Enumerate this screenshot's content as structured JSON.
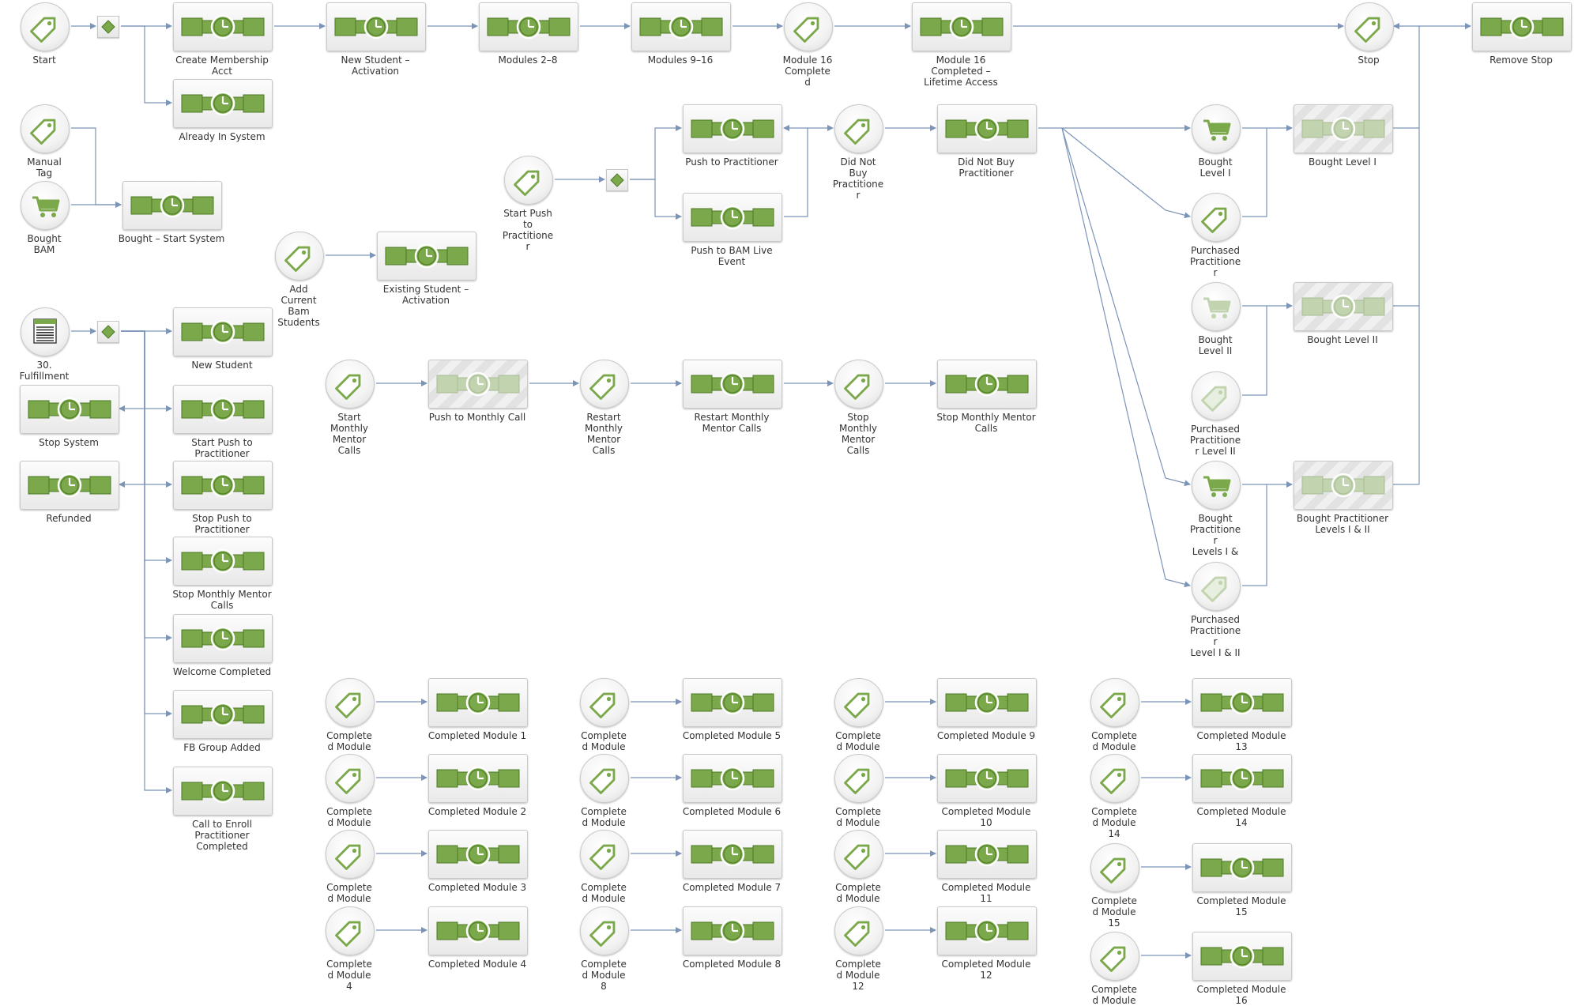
{
  "colors": {
    "accent": "#7aa84a",
    "accent_dark": "#4d7a25",
    "edge": "#7b94b8",
    "inactive": "#c2d3b0"
  },
  "nodes": {
    "start": {
      "label": "Start",
      "icon": "tag-icon"
    },
    "split_1": {
      "icon": "diamond-icon"
    },
    "create_membership": {
      "label": "Create Membership\nAcct",
      "icon": "sequence-timer-icon"
    },
    "already_in_system": {
      "label": "Already In System",
      "icon": "sequence-timer-icon"
    },
    "new_student_activation": {
      "label": "New Student –\nActivation",
      "icon": "sequence-timer-icon"
    },
    "modules_2_8": {
      "label": "Modules 2–8",
      "icon": "sequence-timer-icon"
    },
    "modules_9_16": {
      "label": "Modules 9–16",
      "icon": "sequence-timer-icon"
    },
    "module16_complete_tag": {
      "label": "Module 16\nComplete\nd",
      "icon": "tag-icon"
    },
    "module16_completed": {
      "label": "Module 16\nCompleted –\nLifetime Access",
      "icon": "sequence-timer-icon"
    },
    "stop_tag": {
      "label": "Stop",
      "icon": "tag-icon"
    },
    "remove_stop": {
      "label": "Remove Stop",
      "icon": "sequence-timer-icon"
    },
    "manual_tag": {
      "label": "Manual\nTag",
      "icon": "tag-icon"
    },
    "bought_bam": {
      "label": "Bought\nBAM",
      "icon": "cart-icon"
    },
    "bought_start_system": {
      "label": "Bought – Start System",
      "icon": "sequence-timer-icon"
    },
    "start_push_tag": {
      "label": "Start Push\nto\nPractitione\nr",
      "icon": "tag-icon"
    },
    "split_2": {
      "icon": "diamond-icon"
    },
    "push_to_practitioner": {
      "label": "Push to Practitioner",
      "icon": "sequence-timer-icon"
    },
    "push_to_bam_live": {
      "label": "Push to BAM Live\nEvent",
      "icon": "sequence-timer-icon"
    },
    "did_not_buy_tag": {
      "label": "Did Not\nBuy\nPractitione\nr",
      "icon": "tag-icon"
    },
    "did_not_buy_practitioner": {
      "label": "Did Not Buy\nPractitioner",
      "icon": "sequence-timer-icon"
    },
    "add_current_bam": {
      "label": "Add\nCurrent\nBam\nStudents",
      "icon": "tag-icon"
    },
    "existing_student": {
      "label": "Existing Student –\nActivation",
      "icon": "sequence-timer-icon"
    },
    "bought_level1_cart": {
      "label": "Bought\nLevel I",
      "icon": "cart-icon"
    },
    "bought_level1": {
      "label": "Bought Level I",
      "icon": "sequence-timer-icon"
    },
    "purchased_practitioner_tag": {
      "label": "Purchased\nPractitione\nr",
      "icon": "tag-icon"
    },
    "bought_level2_cart": {
      "label": "Bought\nLevel II",
      "icon": "cart-icon"
    },
    "bought_level2": {
      "label": "Bought Level II",
      "icon": "sequence-timer-icon"
    },
    "purchased_practitioner_l2_tag": {
      "label": "Purchased\nPractitione\nr  Level II",
      "icon": "tag-icon"
    },
    "bought_practitioner_l12_cart": {
      "label": "Bought\nPractitione\nr\nLevels I &",
      "icon": "cart-icon"
    },
    "bought_practitioner_levels": {
      "label": "Bought Practitioner\nLevels I & II",
      "icon": "sequence-timer-icon"
    },
    "purchased_practitioner_l12_tag": {
      "label": "Purchased\nPractitione\nr\nLevel I & II",
      "icon": "tag-icon"
    },
    "fulfillment": {
      "label": "30.\nFulfillment",
      "icon": "form-icon"
    },
    "split_3": {
      "icon": "diamond-icon"
    },
    "stop_system": {
      "label": "Stop System",
      "icon": "sequence-timer-icon"
    },
    "refunded": {
      "label": "Refunded",
      "icon": "sequence-timer-icon"
    },
    "new_student": {
      "label": "New Student",
      "icon": "sequence-timer-icon"
    },
    "start_push_practitioner": {
      "label": "Start Push to\nPractitioner",
      "icon": "sequence-timer-icon"
    },
    "stop_push_practitioner": {
      "label": "Stop Push to\nPractitioner",
      "icon": "sequence-timer-icon"
    },
    "stop_monthly_mentor_seq": {
      "label": "Stop Monthly Mentor\nCalls",
      "icon": "sequence-timer-icon"
    },
    "welcome_completed": {
      "label": "Welcome Completed",
      "icon": "sequence-timer-icon"
    },
    "fb_group_added": {
      "label": "FB Group Added",
      "icon": "sequence-timer-icon"
    },
    "call_to_enroll": {
      "label": "Call to Enroll\nPractitioner\nCompleted",
      "icon": "sequence-timer-icon"
    },
    "start_monthly_mentor_tag": {
      "label": "Start\nMonthly\nMentor\nCalls",
      "icon": "tag-icon"
    },
    "push_to_monthly_call": {
      "label": "Push to Monthly Call",
      "icon": "sequence-timer-icon"
    },
    "restart_monthly_mentor_tag": {
      "label": "Restart\nMonthly\nMentor\nCalls",
      "icon": "tag-icon"
    },
    "restart_monthly_mentor": {
      "label": "Restart Monthly\nMentor Calls",
      "icon": "sequence-timer-icon"
    },
    "stop_monthly_mentor_tag": {
      "label": "Stop\nMonthly\nMentor\nCalls",
      "icon": "tag-icon"
    },
    "stop_monthly_mentor": {
      "label": "Stop Monthly Mentor\nCalls",
      "icon": "sequence-timer-icon"
    },
    "cm_tag_1": {
      "label": "Complete\nd Module",
      "icon": "tag-icon"
    },
    "cm_seq_1": {
      "label": "Completed Module 1",
      "icon": "sequence-timer-icon"
    },
    "cm_tag_2": {
      "label": "Complete\nd Module",
      "icon": "tag-icon"
    },
    "cm_seq_2": {
      "label": "Completed Module 2",
      "icon": "sequence-timer-icon"
    },
    "cm_tag_3": {
      "label": "Complete\nd Module",
      "icon": "tag-icon"
    },
    "cm_seq_3": {
      "label": "Completed Module 3",
      "icon": "sequence-timer-icon"
    },
    "cm_tag_4": {
      "label": "Complete\nd Module\n4",
      "icon": "tag-icon"
    },
    "cm_seq_4": {
      "label": "Completed Module 4",
      "icon": "sequence-timer-icon"
    },
    "cm_tag_5": {
      "label": "Complete\nd Module",
      "icon": "tag-icon"
    },
    "cm_seq_5": {
      "label": "Completed Module 5",
      "icon": "sequence-timer-icon"
    },
    "cm_tag_6": {
      "label": "Complete\nd Module",
      "icon": "tag-icon"
    },
    "cm_seq_6": {
      "label": "Completed Module 6",
      "icon": "sequence-timer-icon"
    },
    "cm_tag_7": {
      "label": "Complete\nd Module",
      "icon": "tag-icon"
    },
    "cm_seq_7": {
      "label": "Completed Module 7",
      "icon": "sequence-timer-icon"
    },
    "cm_tag_8": {
      "label": "Complete\nd Module\n8",
      "icon": "tag-icon"
    },
    "cm_seq_8": {
      "label": "Completed Module 8",
      "icon": "sequence-timer-icon"
    },
    "cm_tag_9": {
      "label": "Complete\nd Module",
      "icon": "tag-icon"
    },
    "cm_seq_9": {
      "label": "Completed Module 9",
      "icon": "sequence-timer-icon"
    },
    "cm_tag_10": {
      "label": "Complete\nd Module",
      "icon": "tag-icon"
    },
    "cm_seq_10": {
      "label": "Completed Module\n10",
      "icon": "sequence-timer-icon"
    },
    "cm_tag_11": {
      "label": "Complete\nd Module",
      "icon": "tag-icon"
    },
    "cm_seq_11": {
      "label": "Completed Module\n11",
      "icon": "sequence-timer-icon"
    },
    "cm_tag_12": {
      "label": "Complete\nd Module\n12",
      "icon": "tag-icon"
    },
    "cm_seq_12": {
      "label": "Completed Module\n12",
      "icon": "sequence-timer-icon"
    },
    "cm_tag_13": {
      "label": "Complete\nd Module",
      "icon": "tag-icon"
    },
    "cm_seq_13": {
      "label": "Completed Module\n13",
      "icon": "sequence-timer-icon"
    },
    "cm_tag_14": {
      "label": "Complete\nd Module\n14",
      "icon": "tag-icon"
    },
    "cm_seq_14": {
      "label": "Completed Module\n14",
      "icon": "sequence-timer-icon"
    },
    "cm_tag_15": {
      "label": "Complete\nd Module\n15",
      "icon": "tag-icon"
    },
    "cm_seq_15": {
      "label": "Completed Module\n15",
      "icon": "sequence-timer-icon"
    },
    "cm_tag_16": {
      "label": "Complete\nd Module",
      "icon": "tag-icon"
    },
    "cm_seq_16": {
      "label": "Completed Module\n16",
      "icon": "sequence-timer-icon"
    }
  }
}
